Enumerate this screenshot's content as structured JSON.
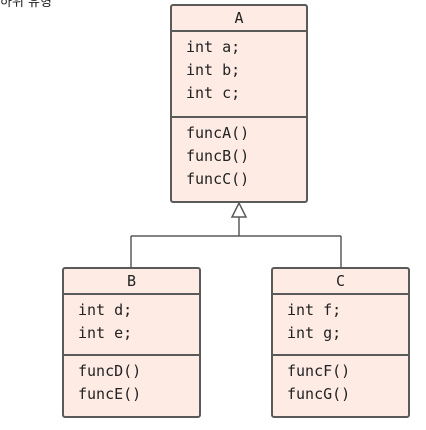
{
  "caption": "하위 유형",
  "classes": {
    "a": {
      "name": "A",
      "attributes": [
        "int a;",
        "int b;",
        "int c;"
      ],
      "methods": [
        "funcA()",
        "funcB()",
        "funcC()"
      ]
    },
    "b": {
      "name": "B",
      "attributes": [
        "int d;",
        "int e;"
      ],
      "methods": [
        "funcD()",
        "funcE()"
      ]
    },
    "c": {
      "name": "C",
      "attributes": [
        "int f;",
        "int g;"
      ],
      "methods": [
        "funcF()",
        "funcG()"
      ]
    }
  },
  "relationship": "generalization",
  "colors": {
    "box_fill": "#fdebe4",
    "border": "#5a5a5a",
    "text": "#222222"
  }
}
